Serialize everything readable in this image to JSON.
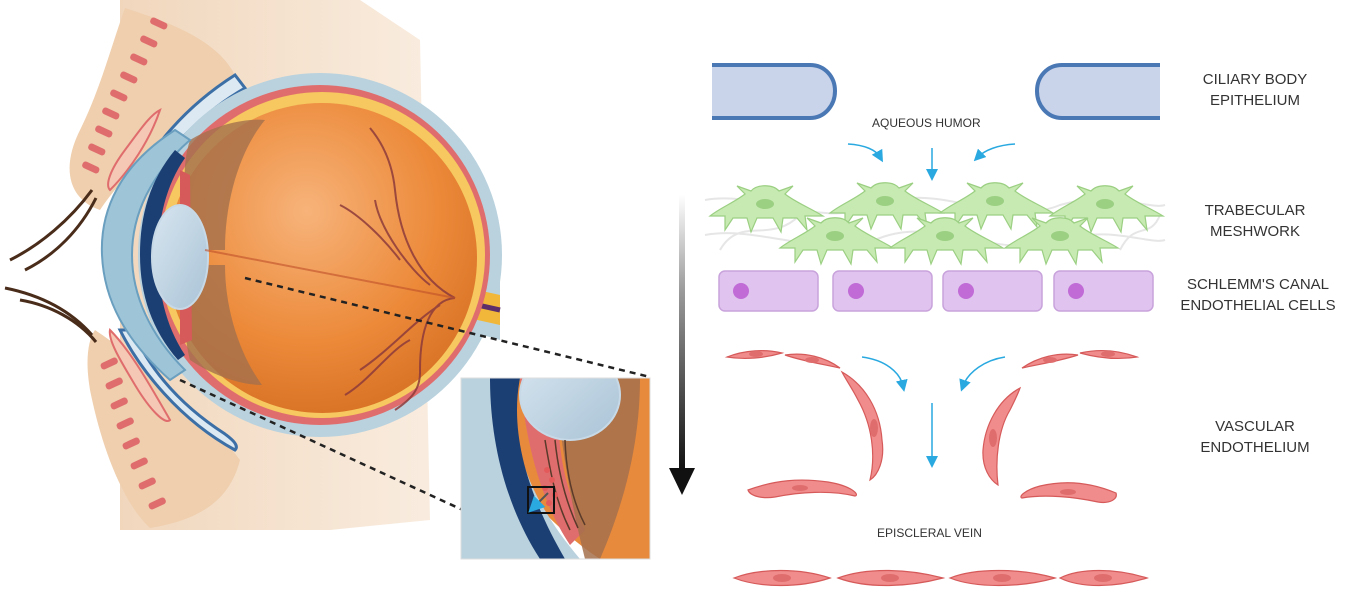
{
  "labels": {
    "ciliary_body_line1": "CILIARY BODY",
    "ciliary_body_line2": "EPITHELIUM",
    "aqueous_humor": "AQUEOUS HUMOR",
    "trabecular_line1": "TRABECULAR",
    "trabecular_line2": "MESHWORK",
    "schlemm_line1": "SCHLEMM'S CANAL",
    "schlemm_line2": "ENDOTHELIAL CELLS",
    "vascular_line1": "VASCULAR",
    "vascular_line2": "ENDOTHELIUM",
    "episcleral_vein": "EPISCLERAL VEIN"
  },
  "colors": {
    "skin": "#f2d9bf",
    "eyeball_orange": "#e67e22",
    "sclera_blue": "#a9c8d8",
    "ciliary_epithelium_fill": "#c9d3ea",
    "ciliary_epithelium_border": "#4a78b5",
    "trabecular_cell": "#c7eab2",
    "schlemm_cell": "#e0c3ee",
    "schlemm_nucleus": "#c06bd6",
    "vascular_cell": "#f08c8c",
    "flow_arrow": "#29a9e0",
    "main_arrow": "#1a1a1a"
  }
}
